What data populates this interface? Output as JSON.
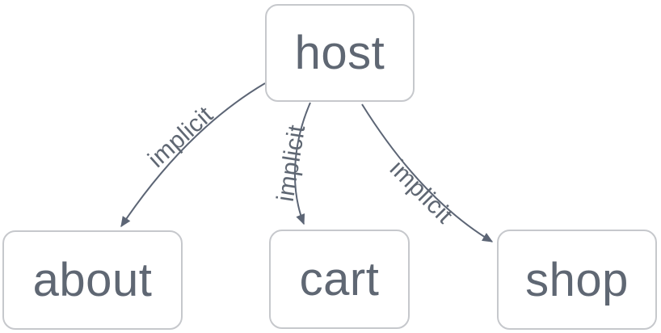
{
  "diagram": {
    "type": "flowchart",
    "nodes": [
      {
        "id": "host",
        "label": "host"
      },
      {
        "id": "about",
        "label": "about"
      },
      {
        "id": "cart",
        "label": "cart"
      },
      {
        "id": "shop",
        "label": "shop"
      }
    ],
    "edges": [
      {
        "from": "host",
        "to": "about",
        "label": "implicit"
      },
      {
        "from": "host",
        "to": "cart",
        "label": "implicit"
      },
      {
        "from": "host",
        "to": "shop",
        "label": "implicit"
      }
    ],
    "colors": {
      "edge": "#5c6575",
      "node_border": "#c6c8cc",
      "node_text": "#5f6773",
      "background": "#ffffff"
    }
  }
}
